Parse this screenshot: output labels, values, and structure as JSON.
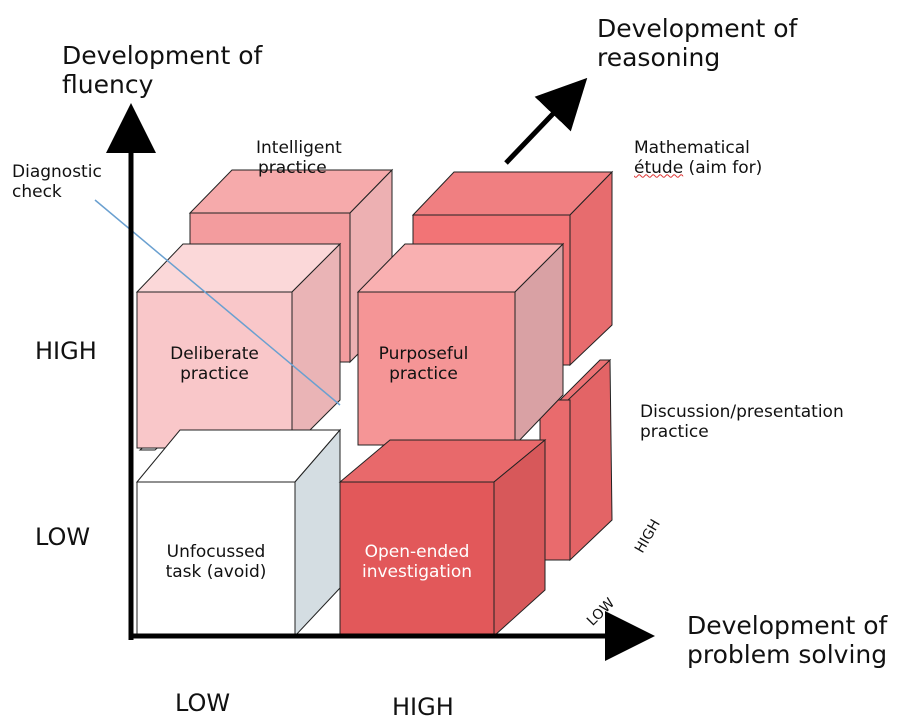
{
  "axes": {
    "fluency": {
      "line1": "Development of",
      "line2": "fluency"
    },
    "reasoning": {
      "line1": "Development of",
      "line2": "reasoning"
    },
    "problem_solving": {
      "line1": "Development of",
      "line2": "problem solving"
    }
  },
  "levels": {
    "fluency_high": "HIGH",
    "fluency_low": "LOW",
    "ps_low": "LOW",
    "ps_high": "HIGH",
    "reasoning_low": "LOW",
    "reasoning_high": "HIGH"
  },
  "cubes": {
    "deliberate": {
      "line1": "Deliberate",
      "line2": "practice"
    },
    "purposeful": {
      "line1": "Purposeful",
      "line2": "practice"
    },
    "unfocussed": {
      "line1": "Unfocussed",
      "line2": "task (avoid)"
    },
    "open_ended": {
      "line1": "Open-ended",
      "line2": "investigation"
    }
  },
  "annotations": {
    "diagnostic": {
      "line1": "Diagnostic",
      "line2": "check"
    },
    "intelligent": {
      "line1": "Intelligent",
      "line2": "practice"
    },
    "etude": {
      "line1": "Mathematical",
      "line2_word": "étude",
      "line2_rest": " (aim for)"
    },
    "discussion": {
      "line1": "Discussion/presentation",
      "line2": "practice"
    }
  },
  "colors": {
    "pink_light": "#f9c7c9",
    "pink_mid": "#f59596",
    "red_mid": "#ef6e70",
    "red_dark": "#e2585a",
    "white_face": "#ffffff",
    "grey_side": "#d4dde2"
  }
}
